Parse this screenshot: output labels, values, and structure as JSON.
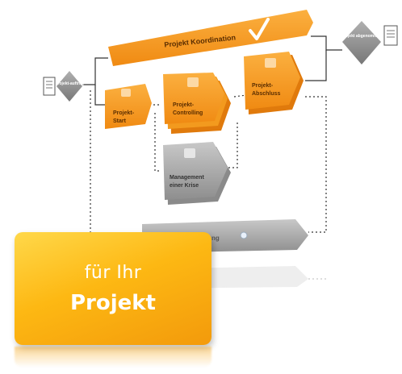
{
  "diagram": {
    "input_label": "Projekt-auftrag",
    "output_label": "Projekt abgenommen",
    "koordination": "Projekt Koordination",
    "start_line1": "Projekt-",
    "start_line2": "Start",
    "controlling_line1": "Projekt-",
    "controlling_line2": "Controlling",
    "abschluss_line1": "Projekt-",
    "abschluss_line2": "Abschluss",
    "krise_line1": "Management",
    "krise_line2": "einer Krise",
    "bottom_bar_fragment": "ng",
    "check_icon": "checkmark-icon",
    "colors": {
      "orange": "#f7931e",
      "orange_dark": "#e07a0c",
      "gray": "#9c9c9c",
      "diamond": "#8f8f8f"
    }
  },
  "badge": {
    "line1": "für Ihr",
    "line2": "Projekt"
  }
}
